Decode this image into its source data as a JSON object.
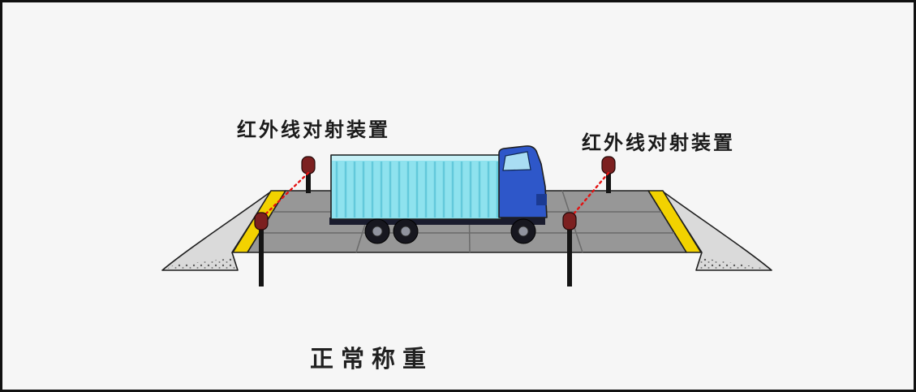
{
  "figure": {
    "left_device_label": "红外线对射装置",
    "right_device_label": "红外线对射装置",
    "caption": "正常称重"
  },
  "colors": {
    "background": "#f6f6f6",
    "frame_border": "#111111",
    "ramp_gray": "#dadada",
    "deck_gray": "#979797",
    "edge_strip_yellow": "#f2d200",
    "beam_red": "#e31212",
    "sensor_head_maroon": "#7c2020",
    "post_black": "#141414",
    "container_cyan": "#8ee2ee",
    "cab_blue": "#2e57c9",
    "label_text": "#1b1b1b"
  }
}
